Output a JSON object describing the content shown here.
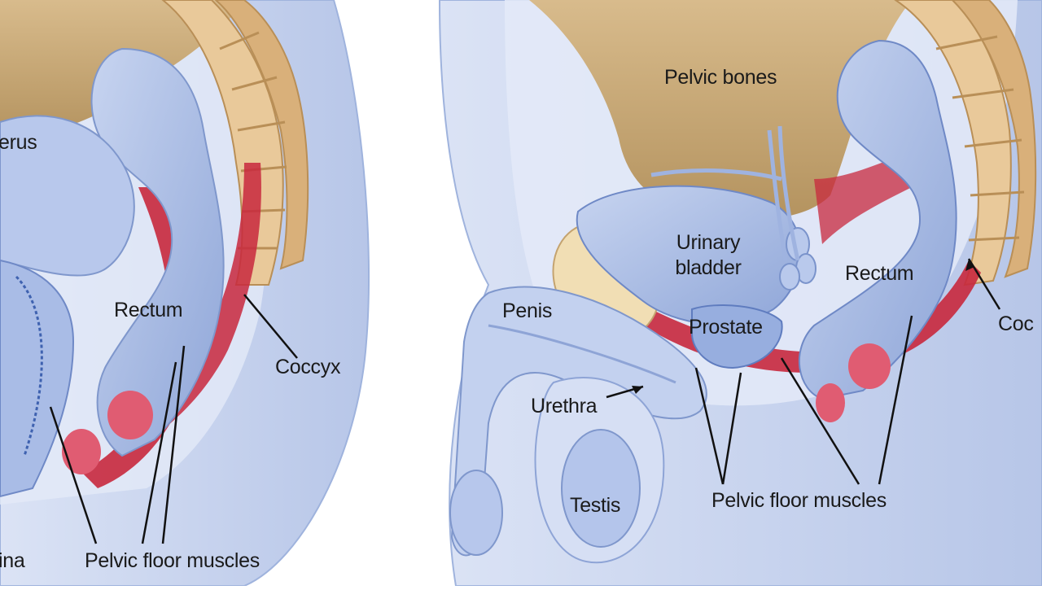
{
  "female_diagram": {
    "labels": {
      "uterus": "erus",
      "rectum": "Rectum",
      "coccyx": "Coccyx",
      "vagina": "ina",
      "pelvic_floor_muscles": "Pelvic floor muscles"
    }
  },
  "male_diagram": {
    "labels": {
      "pelvic_bones": "Pelvic bones",
      "urinary_bladder_line1": "Urinary",
      "urinary_bladder_line2": "bladder",
      "rectum": "Rectum",
      "coccyx": "Coc",
      "penis": "Penis",
      "prostate": "Prostate",
      "urethra": "Urethra",
      "testis": "Testis",
      "pelvic_floor_muscles": "Pelvic floor muscles"
    }
  },
  "colors": {
    "tissue_blue": "#c9d5ee",
    "tissue_blue_dark": "#98aedb",
    "bone_tan": "#c6a472",
    "vertebra": "#e9c99a",
    "muscle_red": "#c8283d",
    "muscle_pink": "#e9a1aa",
    "background": "#ffffff"
  }
}
